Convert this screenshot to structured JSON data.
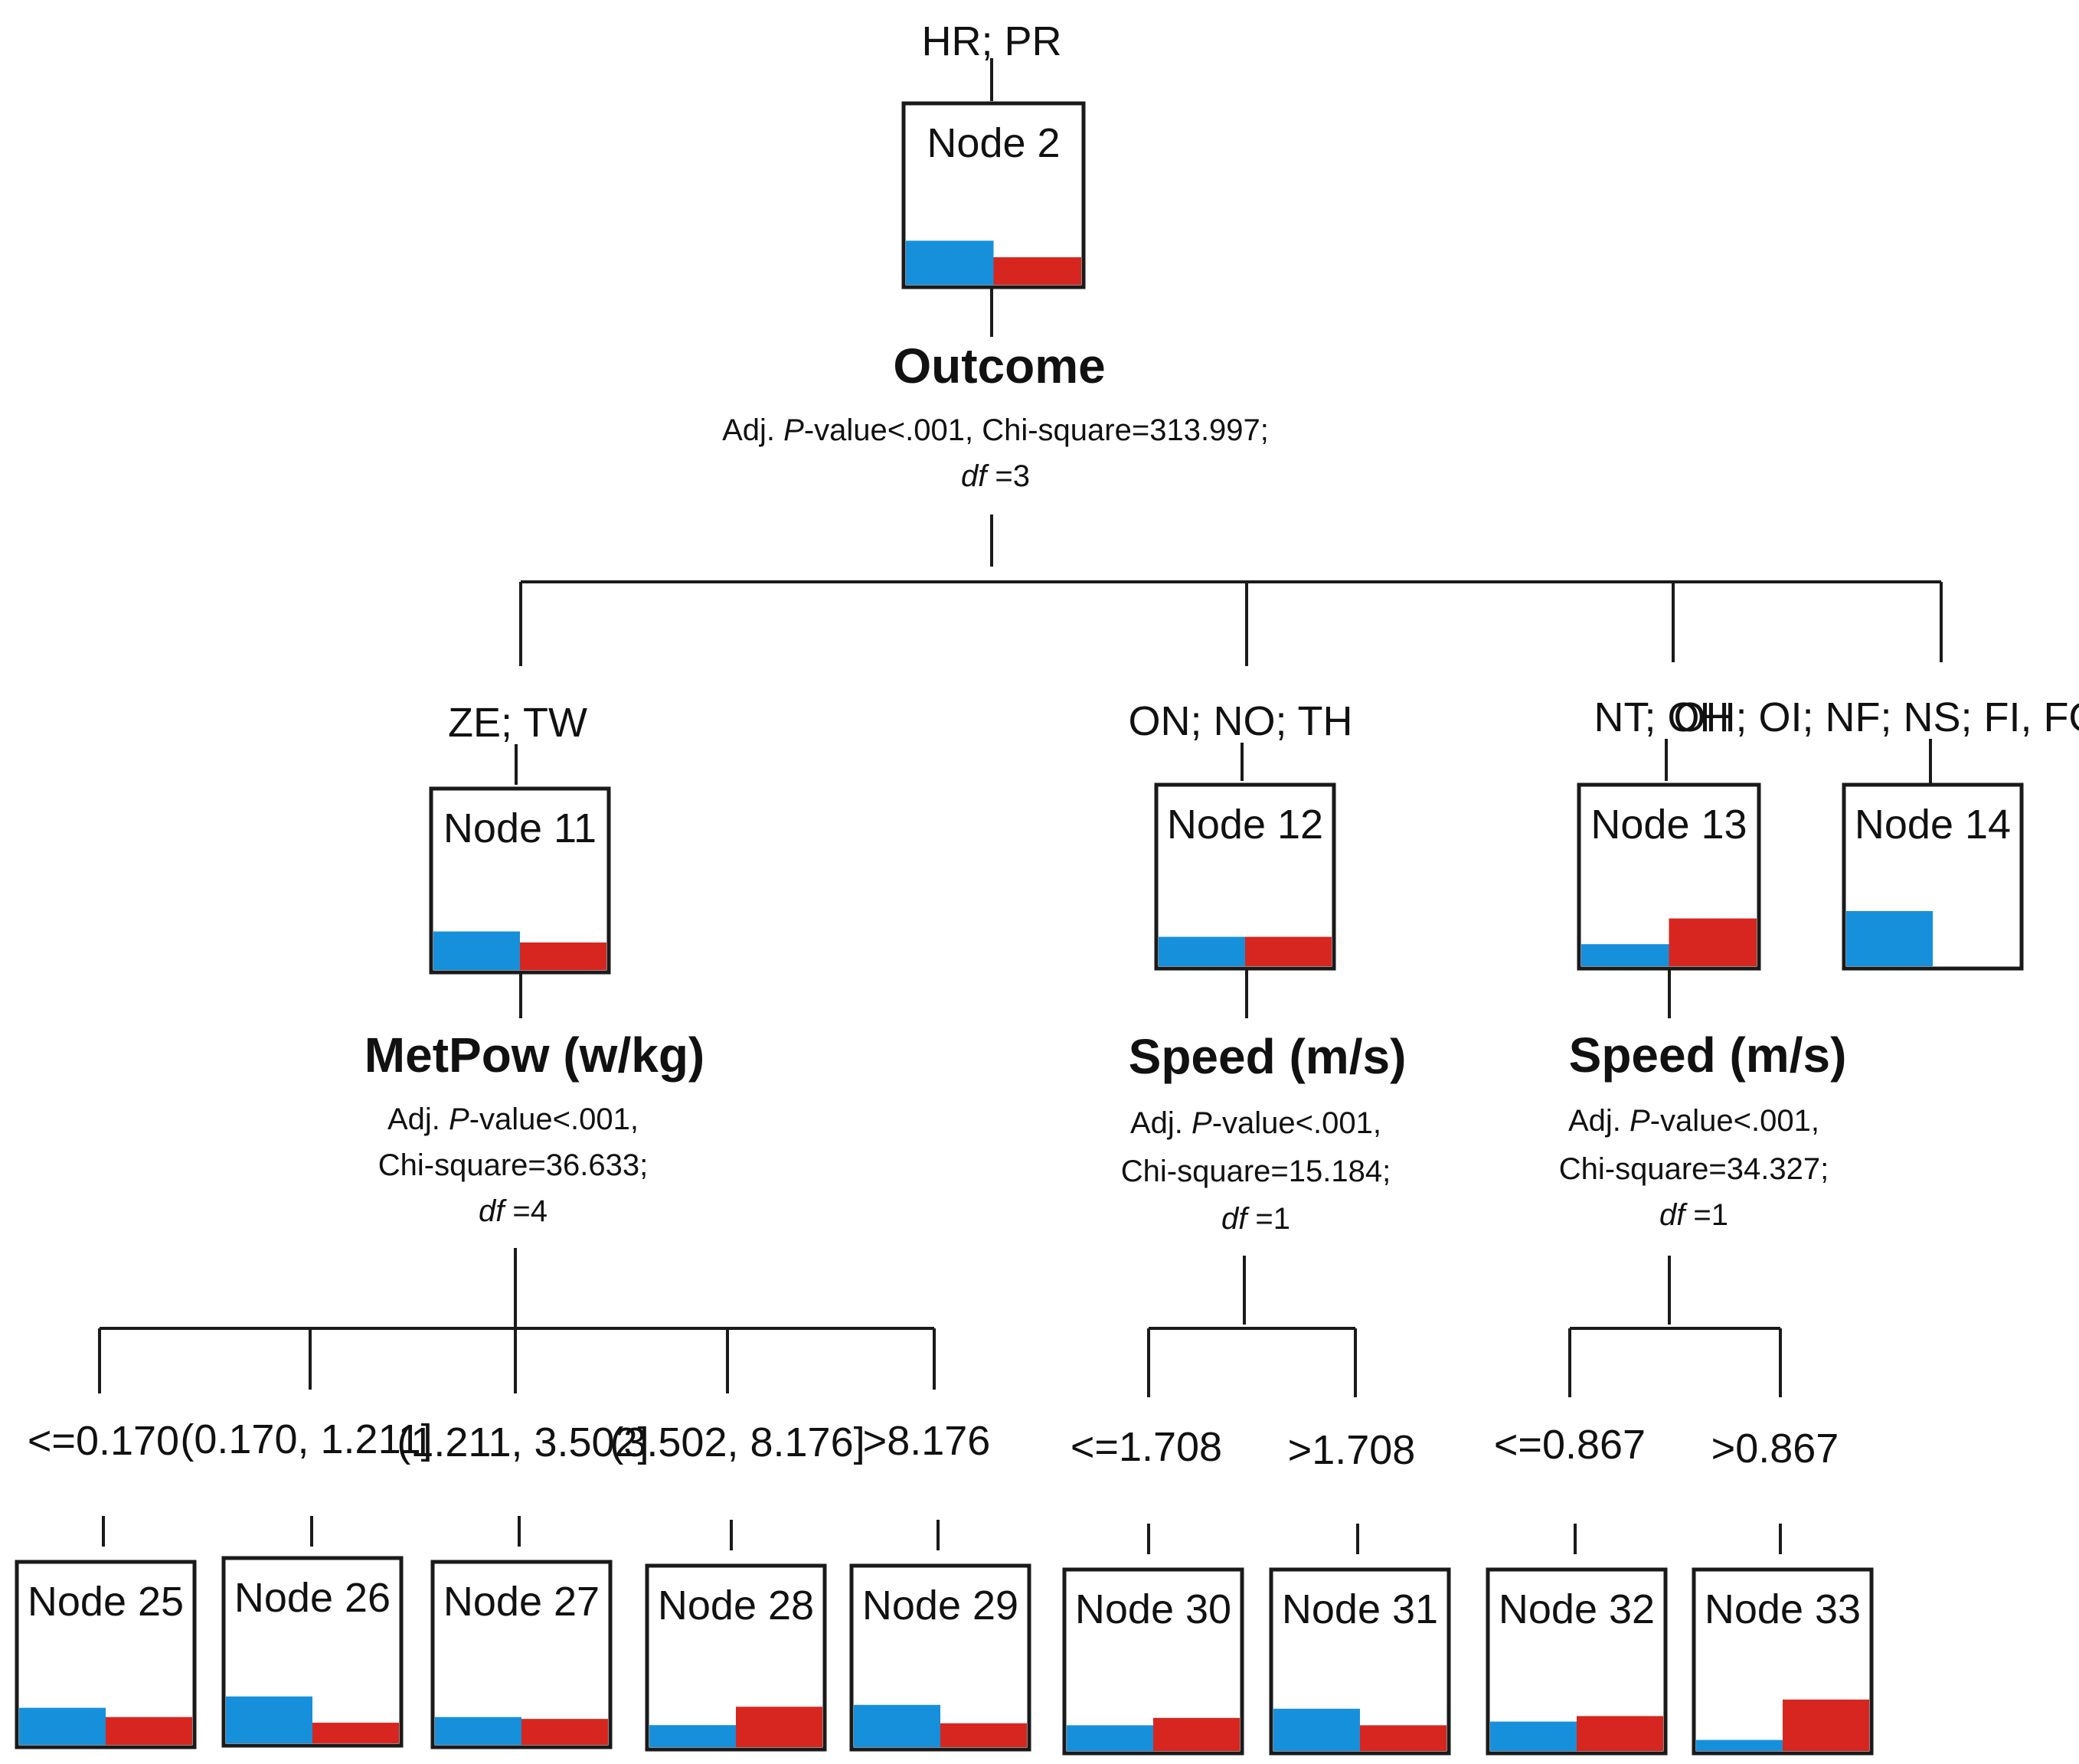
{
  "colors": {
    "series_a": "#1690db",
    "series_b": "#d7261f",
    "line": "#1a1a1a"
  },
  "nodes": {
    "n2": {
      "label": "Node 2",
      "cond": "HR; PR",
      "a": 0.24,
      "b": 0.15
    },
    "n11": {
      "label": "Node 11",
      "cond": "ZE; TW",
      "a": 0.21,
      "b": 0.15
    },
    "n12": {
      "label": "Node 12",
      "cond": "ON; NO; TH",
      "a": 0.16,
      "b": 0.16
    },
    "n13": {
      "label": "Node 13",
      "cond": "NT; OH",
      "a": 0.12,
      "b": 0.26
    },
    "n14": {
      "label": "Node 14",
      "cond": "OH; OI; NF; NS; FI, FO, SI",
      "a": 0.3,
      "b": 0.0
    },
    "n25": {
      "label": "Node 25",
      "cond": "<=0.170",
      "a": 0.2,
      "b": 0.15
    },
    "n26": {
      "label": "Node 26",
      "cond": "(0.170, 1.211]",
      "a": 0.25,
      "b": 0.11
    },
    "n27": {
      "label": "Node 27",
      "cond": "(1.211, 3.502]",
      "a": 0.15,
      "b": 0.14
    },
    "n28": {
      "label": "Node 28",
      "cond": "(3.502, 8.176]",
      "a": 0.12,
      "b": 0.22
    },
    "n29": {
      "label": "Node 29",
      "cond": ">8.176",
      "a": 0.23,
      "b": 0.13
    },
    "n30": {
      "label": "Node 30",
      "cond": "<=1.708",
      "a": 0.14,
      "b": 0.18
    },
    "n31": {
      "label": "Node 31",
      "cond": ">1.708",
      "a": 0.23,
      "b": 0.14
    },
    "n32": {
      "label": "Node 32",
      "cond": "<=0.867",
      "a": 0.16,
      "b": 0.19
    },
    "n33": {
      "label": "Node 33",
      "cond": ">0.867",
      "a": 0.06,
      "b": 0.28
    }
  },
  "splits": {
    "s2": {
      "variable": "Outcome",
      "line1_pre": "Adj. ",
      "line1_p": "P",
      "line1_post": "-value<.001, Chi-square=313.997;",
      "df_label": "df",
      "df_value": " =3"
    },
    "s11": {
      "variable": "MetPow (w/kg)",
      "line1_pre": "Adj. ",
      "line1_p": "P",
      "line1_post": "-value<.001,",
      "chi": "Chi-square=36.633;",
      "df_label": "df",
      "df_value": " =4"
    },
    "s12": {
      "variable": "Speed (m/s)",
      "line1_pre": "Adj. ",
      "line1_p": "P",
      "line1_post": "-value<.001,",
      "chi": "Chi-square=15.184;",
      "df_label": "df",
      "df_value": " =1"
    },
    "s13": {
      "variable": "Speed (m/s)",
      "line1_pre": "Adj. ",
      "line1_p": "P",
      "line1_post": "-value<.001,",
      "chi": "Chi-square=34.327;",
      "df_label": "df",
      "df_value": " =1"
    }
  }
}
